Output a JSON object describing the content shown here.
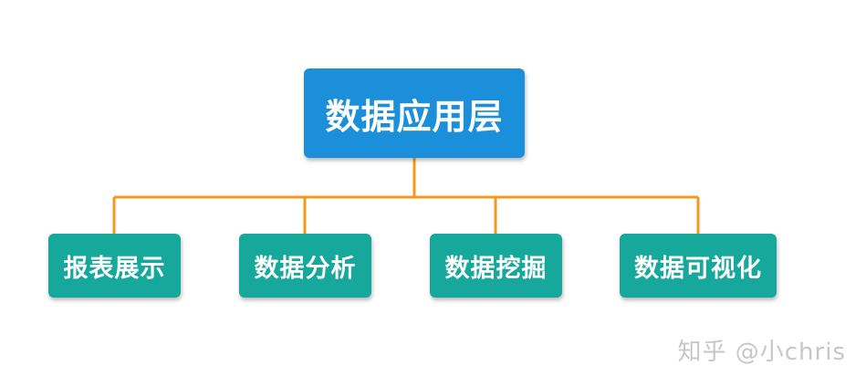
{
  "diagram": {
    "root": {
      "label": "数据应用层",
      "color": "#1b8fd9"
    },
    "children": [
      {
        "label": "报表展示"
      },
      {
        "label": "数据分析"
      },
      {
        "label": "数据挖掘"
      },
      {
        "label": "数据可视化"
      }
    ],
    "child_color": "#16a89a",
    "connector_color": "#f39a1e"
  },
  "watermark": {
    "text": "知乎 @小chris"
  }
}
